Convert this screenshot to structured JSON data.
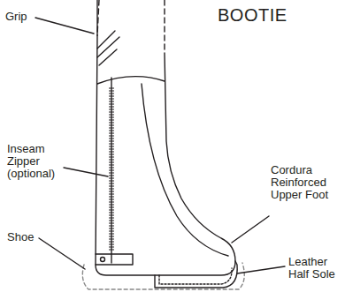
{
  "diagram": {
    "title": "BOOTIE",
    "labels": [
      "Grip",
      "Inseam Zipper (optional)",
      "Cordura Reinforced Upper Foot",
      "Shoe",
      "Leather Half Sole"
    ]
  }
}
